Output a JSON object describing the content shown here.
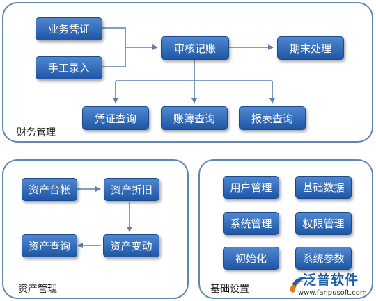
{
  "finance": {
    "label": "财务管理",
    "voucher": "业务凭证",
    "manual_entry": "手工录入",
    "audit_post": "审核记账",
    "period_end": "期末处理",
    "voucher_query": "凭证查询",
    "ledger_query": "账簿查询",
    "report_query": "报表查询"
  },
  "assets": {
    "label": "资产管理",
    "asset_ledger": "资产台帐",
    "depreciation": "资产折旧",
    "asset_change": "资产变动",
    "asset_query": "资产查询"
  },
  "basic": {
    "label": "基础设置",
    "user_mgmt": "用户管理",
    "basic_data": "基础数据",
    "system_mgmt": "系统管理",
    "permission_mgmt": "权限管理",
    "initialize": "初始化",
    "system_params": "系统参数"
  },
  "brand": {
    "name": "泛普软件",
    "url": "www.fanpusoft.com",
    "accent": "#1f5fa8"
  },
  "colors": {
    "panel_border": "#5f86b4",
    "node_top": "#4f87cf",
    "node_bottom": "#1f57a6",
    "arrow": "#5b7fb0"
  }
}
